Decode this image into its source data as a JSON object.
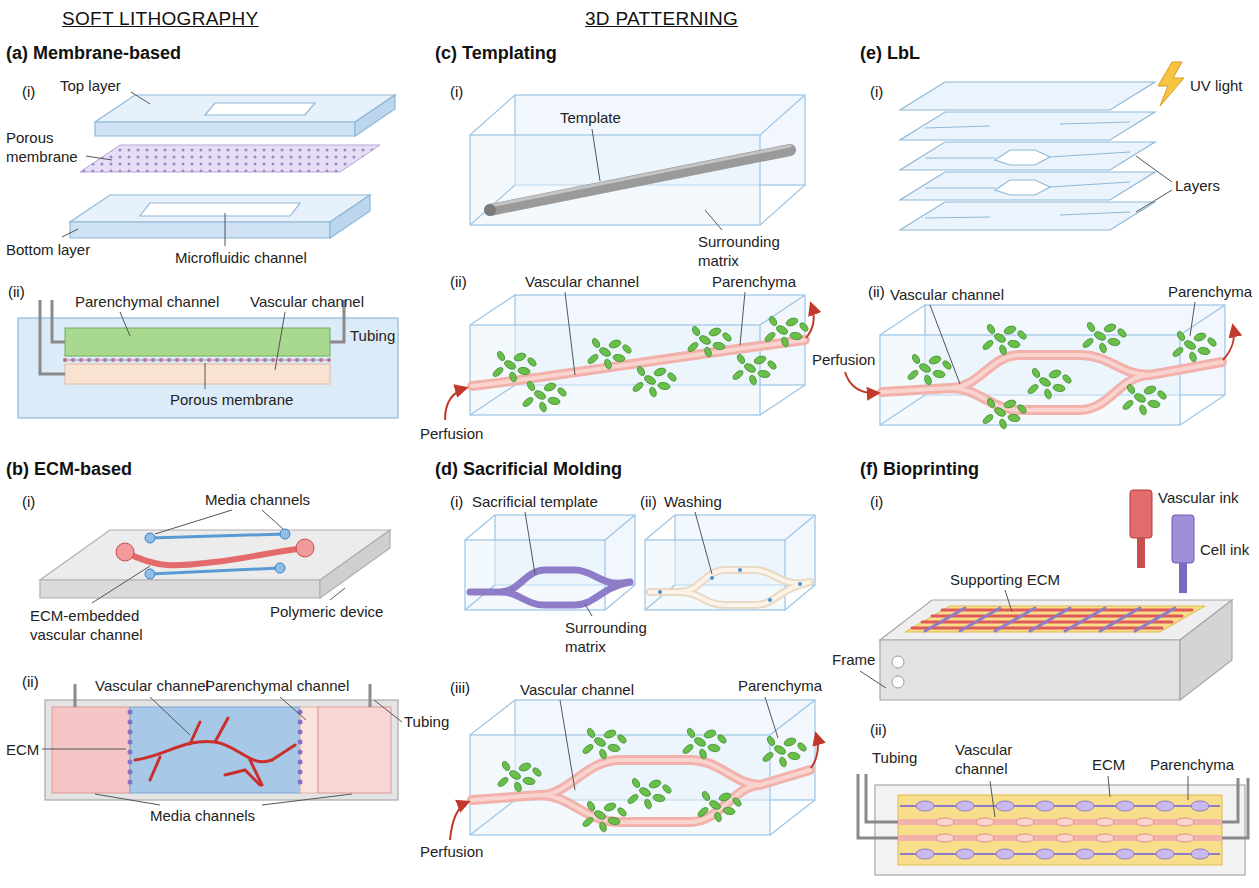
{
  "diagram": {
    "labels": [
      "SOFT LITHOGRAPHY",
      "3D PATTERNING",
      "(a) Membrane-based",
      "(i)",
      "Top layer",
      "Porous membrane",
      "Bottom layer",
      "Microfluidic channel",
      "(ii)",
      "Parenchymal channel",
      "Vascular channel",
      "Tubing",
      "Porous membrane",
      "(b) ECM-based",
      "(i)",
      "Media channels",
      "ECM-embedded vascular channel",
      "Polymeric device",
      "(ii)",
      "Vascular channel",
      "Parenchymal channel",
      "ECM",
      "Tubing",
      "Media channels",
      "(c) Templating",
      "(i)",
      "Template",
      "Surrounding matrix",
      "(ii)",
      "Vascular channel",
      "Parenchyma",
      "Perfusion",
      "(d) Sacrificial Molding",
      "(i)",
      "Sacrificial template",
      "(ii)",
      "Washing",
      "Surrounding matrix",
      "(iii)",
      "Vascular channel",
      "Parenchyma",
      "Perfusion",
      "(e) LbL",
      "(i)",
      "UV light",
      "Layers",
      "(ii)",
      "Vascular channel",
      "Parenchyma",
      "Perfusion",
      "(f) Bioprinting",
      "(i)",
      "Vascular ink",
      "Cell ink",
      "Supporting ECM",
      "Frame",
      "(ii)",
      "Tubing",
      "Vascular channel",
      "ECM",
      "Parenchyma"
    ]
  }
}
